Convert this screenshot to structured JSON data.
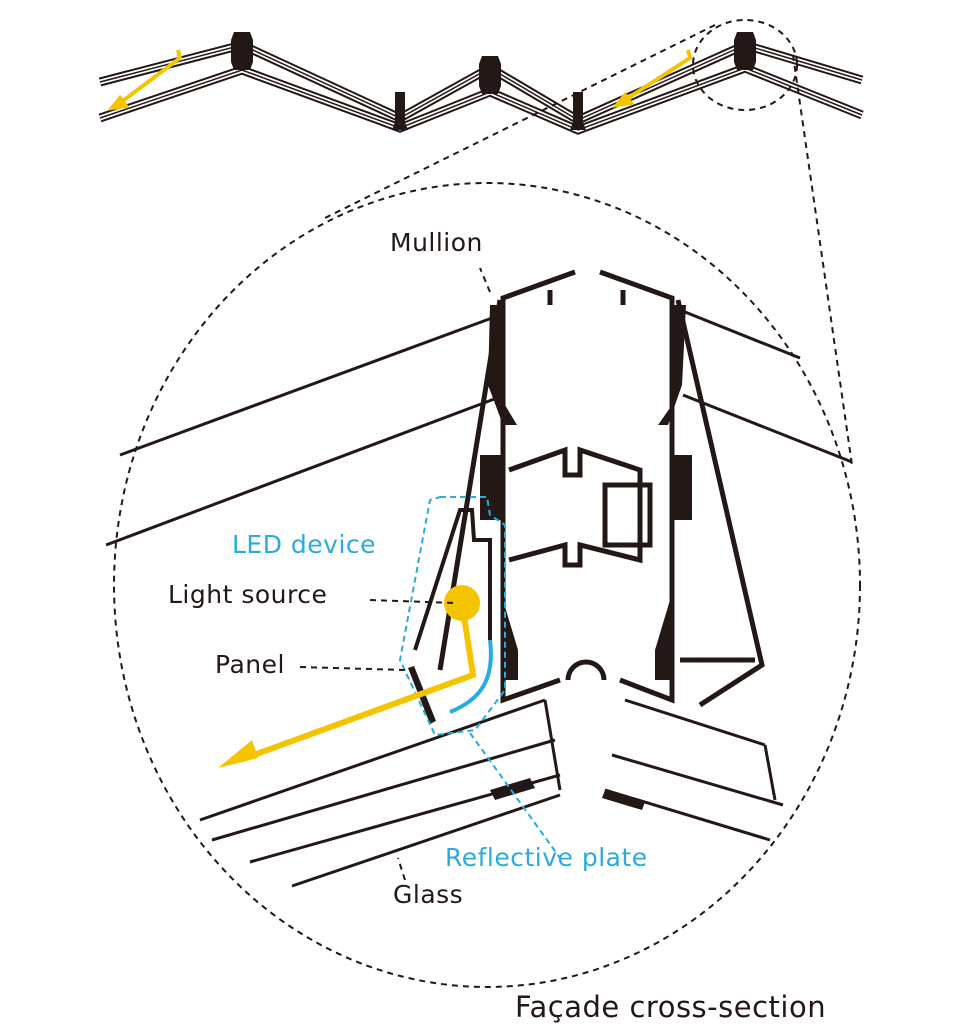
{
  "labels": {
    "mullion": "Mullion",
    "led_device": "LED device",
    "light_source": "Light source",
    "panel": "Panel",
    "reflective_plate": "Reflective plate",
    "glass": "Glass"
  },
  "caption": "Façade cross-section",
  "colors": {
    "ink": "#231815",
    "light": "#f5c400",
    "accent": "#29abe2"
  }
}
